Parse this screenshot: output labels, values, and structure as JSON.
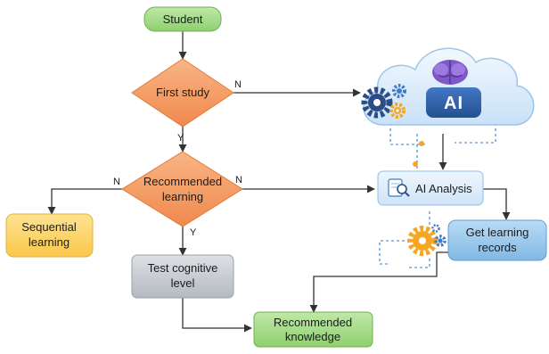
{
  "nodes": {
    "student": "Student",
    "first_study": "First study",
    "recommended_learning": [
      "Recommended",
      "learning"
    ],
    "sequential_learning": [
      "Sequential",
      "learning"
    ],
    "test_cognitive": [
      "Test cognitive",
      "level"
    ],
    "recommended_knowledge": [
      "Recommended",
      "knowledge"
    ],
    "ai_analysis": "AI Analysis",
    "get_learning_records": [
      "Get learning",
      "records"
    ],
    "ai_badge": "AI"
  },
  "edge_labels": {
    "first_study_no": "N",
    "first_study_yes": "Y",
    "recommended_no_left": "N",
    "recommended_no_right": "N",
    "recommended_yes": "Y"
  },
  "colors": {
    "start_node": "#a5dc8c",
    "decision": "#f5a26b",
    "sequential": "#ffd86b",
    "test_node": "#c9cdd2",
    "knowledge_node": "#a5dc8c",
    "ai_analysis_node": "#d8ebf8",
    "records_node": "#9fcaeb",
    "cloud": "#dcecfb",
    "ai_badge": "#2f5fa8",
    "gear_blue": "#2b4d86",
    "gear_orange": "#f5a623"
  },
  "icons": [
    "brain-icon",
    "gear-icon",
    "magnifier-document-icon"
  ]
}
